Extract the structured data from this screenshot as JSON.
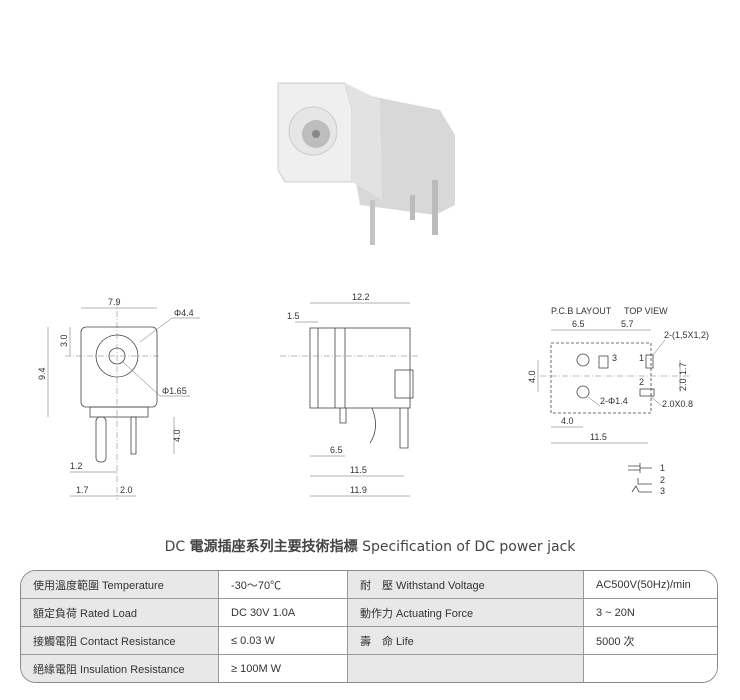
{
  "front_view": {
    "width": "7.9",
    "outer_dia": "Φ4.4",
    "pin_dia": "Φ1.65",
    "top_offset": "3.0",
    "height": "9.4",
    "pin_len": "4.0",
    "pin_w": "1.2",
    "pin_a": "1.7",
    "pin_b": "2.0"
  },
  "side_view": {
    "length": "12.2",
    "front": "1.5",
    "pin_pos": "6.5",
    "base": "11.5",
    "total": "11.9"
  },
  "pcb": {
    "title_left": "P.C.B LAYOUT",
    "title_right": "TOP VIEW",
    "d1": "6.5",
    "d2": "5.7",
    "pad1": "2-(1,5X1,2)",
    "h": "4.0",
    "v1": "1.7",
    "v2": "2.0",
    "hole": "2-Φ1.4",
    "pad2": "2.0X0.8",
    "x1": "4.0",
    "w": "11.5",
    "p1": "1",
    "p2": "2",
    "p3": "3"
  },
  "schematic": {
    "p1": "1",
    "p2": "2",
    "p3": "3"
  },
  "title": {
    "prefix": "DC ",
    "cn": "電源插座系列主要技術指標",
    "en": " Specification of DC power jack"
  },
  "spec_rows": [
    {
      "l1": "使用溫度範圍 Temperature",
      "v1": "-30～70℃",
      "l2": "耐　壓 Withstand Voltage",
      "v2": "AC500V(50Hz)/min"
    },
    {
      "l1": "額定負荷 Rated Load",
      "v1": "DC 30V 1.0A",
      "l2": "動作力 Actuating Force",
      "v2": "3 ~ 20N"
    },
    {
      "l1": "接觸電阻 Contact Resistance",
      "v1": "≤ 0.03 W",
      "l2": "壽　命 Life",
      "v2": "5000 次"
    },
    {
      "l1": "絕緣電阻 Insulation Resistance",
      "v1": "≥ 100M W",
      "l2": "",
      "v2": ""
    }
  ]
}
